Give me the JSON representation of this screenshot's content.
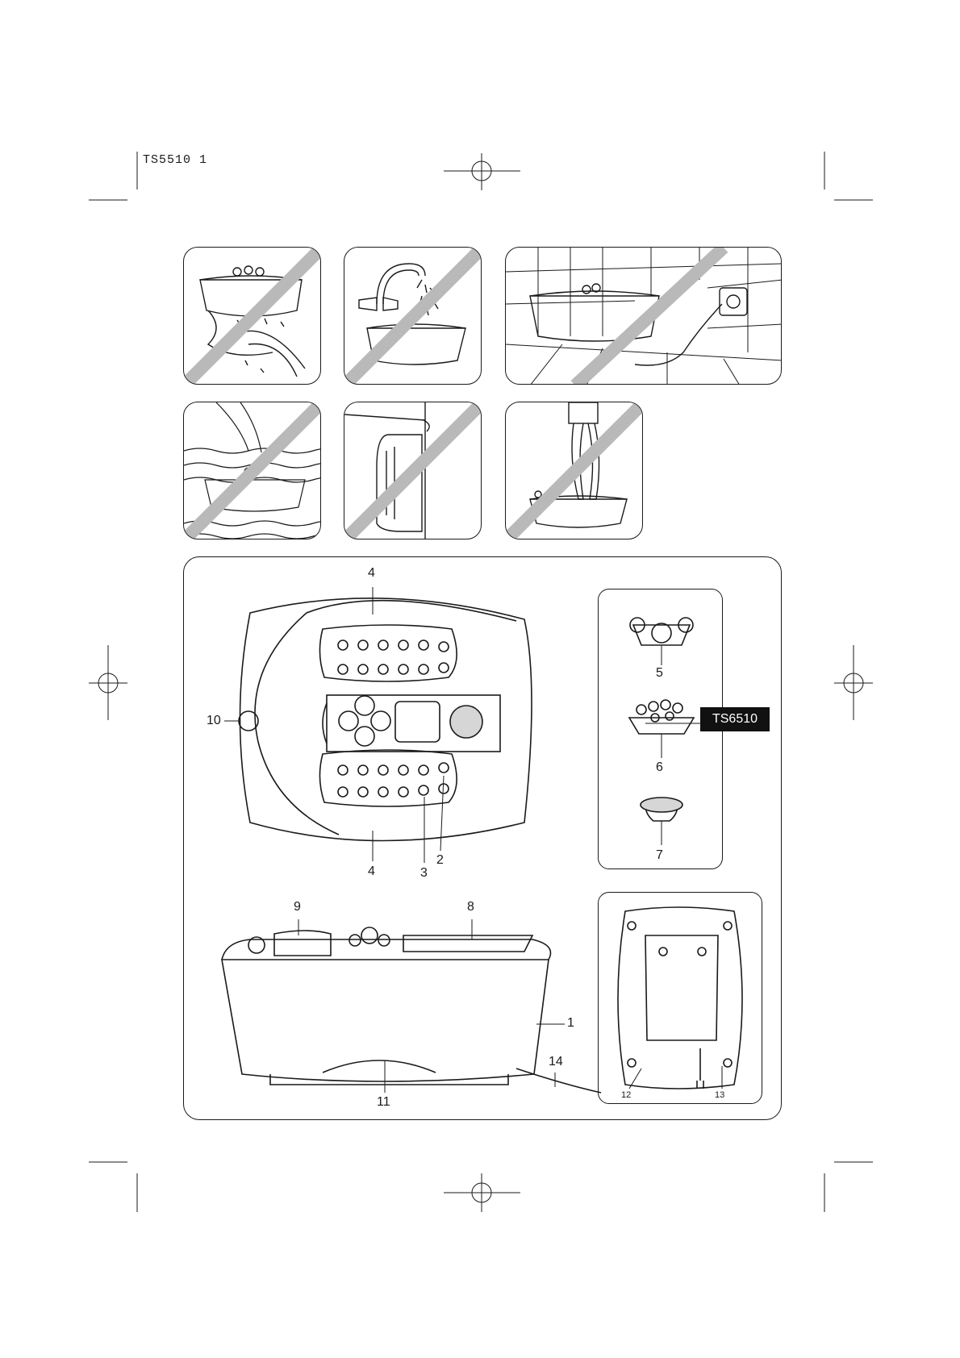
{
  "page": {
    "header_code": "TS5510 1"
  },
  "warnings": [
    {
      "id": "no-wet-hands"
    },
    {
      "id": "no-tap-filling"
    },
    {
      "id": "no-bathroom-use"
    },
    {
      "id": "no-immersion"
    },
    {
      "id": "no-wall-hanging"
    },
    {
      "id": "no-standing"
    }
  ],
  "diagram": {
    "labels": {
      "l1": "1",
      "l2": "2",
      "l3": "3",
      "l4_top": "4",
      "l4_bottom": "4",
      "l5": "5",
      "l6": "6",
      "l7": "7",
      "l8": "8",
      "l9": "9",
      "l10": "10",
      "l11": "11",
      "l12": "12",
      "l13": "13",
      "l14": "14"
    },
    "model_tag": "TS6510"
  }
}
